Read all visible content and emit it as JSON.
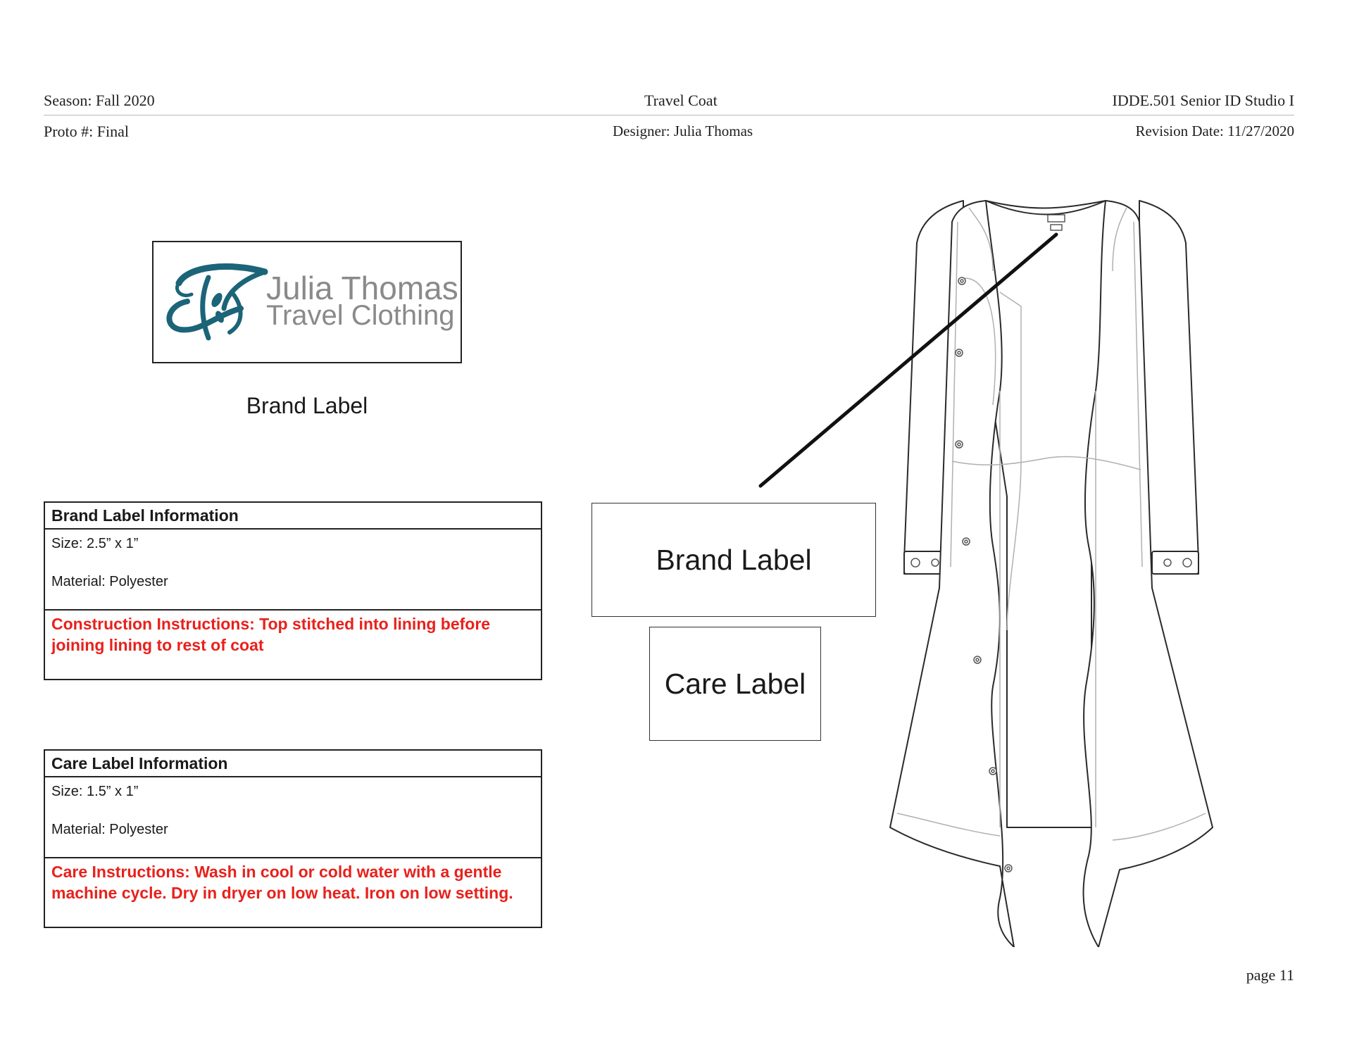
{
  "header": {
    "season": "Season: Fall 2020",
    "title": "Travel Coat",
    "course": "IDDE.501 Senior ID Studio I",
    "proto": "Proto #: Final",
    "designer": "Designer: Julia Thomas",
    "revision": "Revision Date: 11/27/2020"
  },
  "logo": {
    "line1": "Julia Thomas",
    "line2": "Travel Clothing",
    "mark_color": "#1c6478",
    "text_color": "#8a8a8a"
  },
  "brand_label_caption": "Brand Label",
  "brand_info": {
    "heading": "Brand Label Information",
    "size": "Size: 2.5” x 1”",
    "material": "Material: Polyester",
    "instructions": "Construction Instructions: Top stitched into lining before joining lining to rest of coat"
  },
  "care_info": {
    "heading": "Care Label Information",
    "size": "Size: 1.5” x 1”",
    "material": "Material: Polyester",
    "instructions": "Care Instructions: Wash in cool or cold water with a gentle machine cycle. Dry in dryer on low heat. Iron on low setting."
  },
  "diagram": {
    "brand_box": "Brand Label",
    "care_box": "Care Label"
  },
  "accent_red": "#e8211c",
  "footer": {
    "page": "page 11"
  }
}
